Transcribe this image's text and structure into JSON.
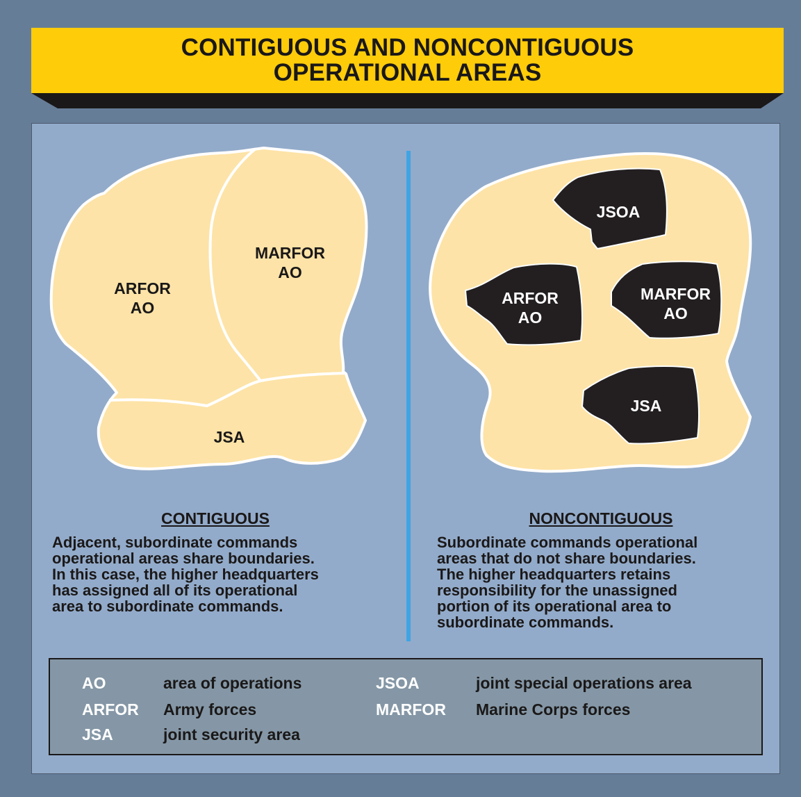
{
  "title": {
    "line1": "CONTIGUOUS AND NONCONTIGUOUS",
    "line2": "OPERATIONAL AREAS"
  },
  "contiguous": {
    "labels": {
      "arfor": [
        "ARFOR",
        "AO"
      ],
      "marfor": [
        "MARFOR",
        "AO"
      ],
      "jsa": "JSA"
    },
    "heading": "CONTIGUOUS",
    "description": [
      "Adjacent, subordinate commands",
      "operational areas share boundaries.",
      "In this case, the higher headquarters",
      "has assigned all of its operational",
      "area to subordinate commands."
    ]
  },
  "noncontiguous": {
    "labels": {
      "jsoa": "JSOA",
      "arfor": [
        "ARFOR",
        "AO"
      ],
      "marfor": [
        "MARFOR",
        "AO"
      ],
      "jsa": "JSA"
    },
    "heading": "NONCONTIGUOUS",
    "description": [
      "Subordinate commands operational",
      "areas that do not share boundaries.",
      "The higher headquarters retains",
      "responsibility for the unassigned",
      "portion of its operational area to",
      "subordinate commands."
    ]
  },
  "legend": [
    {
      "abbr": "AO",
      "definition": "area of operations"
    },
    {
      "abbr": "ARFOR",
      "definition": "Army forces"
    },
    {
      "abbr": "JSA",
      "definition": "joint security area"
    },
    {
      "abbr": "JSOA",
      "definition": "joint special operations area"
    },
    {
      "abbr": "MARFOR",
      "definition": "Marine Corps forces"
    }
  ],
  "colors": {
    "background": "#667d98",
    "banner": "#ffcc0a",
    "panel": "#93abca",
    "land": "#fde3a7",
    "subarea": "#231f20",
    "divider": "#3fa4e3",
    "legend": "#8597a6"
  }
}
